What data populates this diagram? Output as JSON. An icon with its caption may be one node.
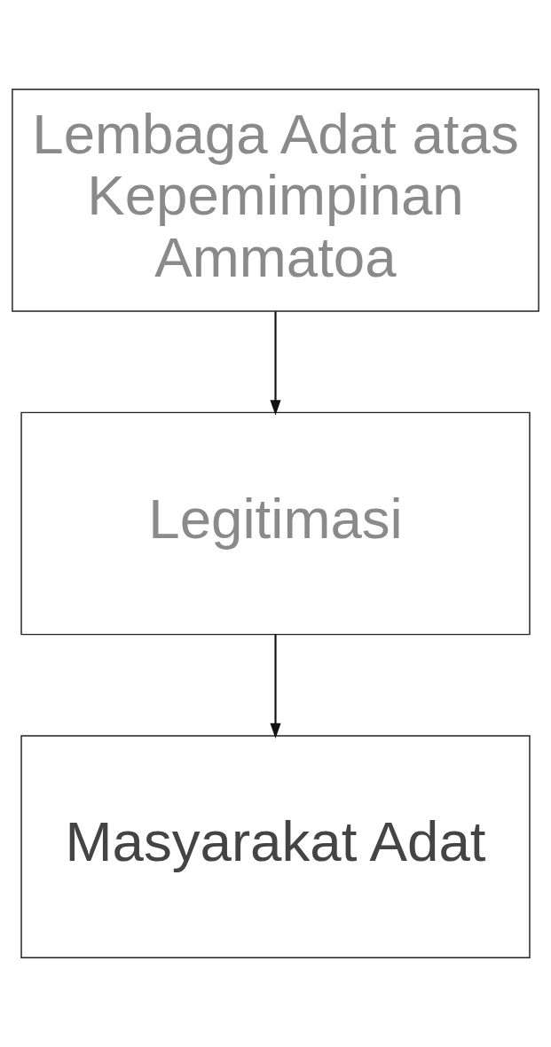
{
  "diagram": {
    "nodes": [
      {
        "text": [
          "Lembaga Adat atas Kepemimpinan Ammatoa"
        ]
      },
      {
        "text": [
          "Legitimasi"
        ]
      },
      {
        "text": [
          "Masyarakat Adat"
        ]
      }
    ],
    "edges": [
      {
        "from": 0,
        "to": 1,
        "arrow": "to"
      },
      {
        "from": 1,
        "to": 2,
        "arrow": "to"
      }
    ]
  }
}
